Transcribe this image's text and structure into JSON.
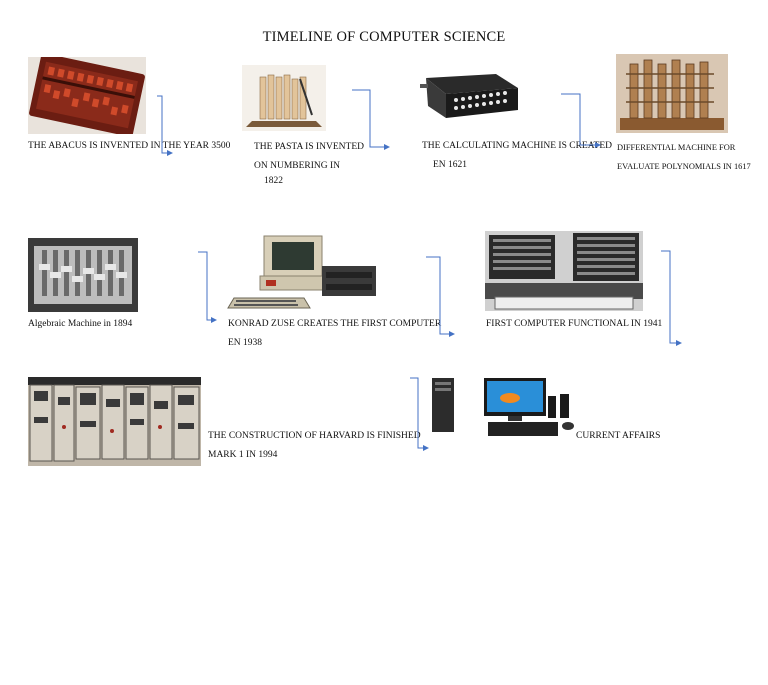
{
  "title": "TIMELINE OF COMPUTER SCIENCE",
  "events": [
    {
      "lines": [
        "THE ABACUS IS INVENTED IN THE YEAR 3500"
      ],
      "image": "abacus"
    },
    {
      "lines": [
        "THE PASTA IS INVENTED",
        "ON NUMBERING IN",
        "1822"
      ],
      "image": "napier-bones"
    },
    {
      "lines": [
        "THE CALCULATING MACHINE IS CREATED",
        "EN 1621"
      ],
      "image": "calculating-machine"
    },
    {
      "lines": [
        "DIFFERENTIAL MACHINE FOR",
        "EVALUATE POLYNOMIALS IN 1617"
      ],
      "image": "difference-engine"
    },
    {
      "lines": [
        "Algebraic Machine in 1894"
      ],
      "image": "algebraic-machine"
    },
    {
      "lines": [
        "KONRAD ZUSE CREATES THE FIRST COMPUTER",
        "EN 1938"
      ],
      "image": "vintage-computer"
    },
    {
      "lines": [
        "FIRST COMPUTER FUNCTIONAL IN 1941"
      ],
      "image": "early-computer"
    },
    {
      "lines": [
        "THE CONSTRUCTION OF HARVARD IS FINISHED",
        "MARK 1 IN 1994"
      ],
      "image": "harvard-mark-1"
    },
    {
      "lines": [
        "CURRENT AFFAIRS"
      ],
      "image": "modern-desktop"
    }
  ],
  "colors": {
    "arrow": "#4472c4",
    "text": "#111111"
  }
}
